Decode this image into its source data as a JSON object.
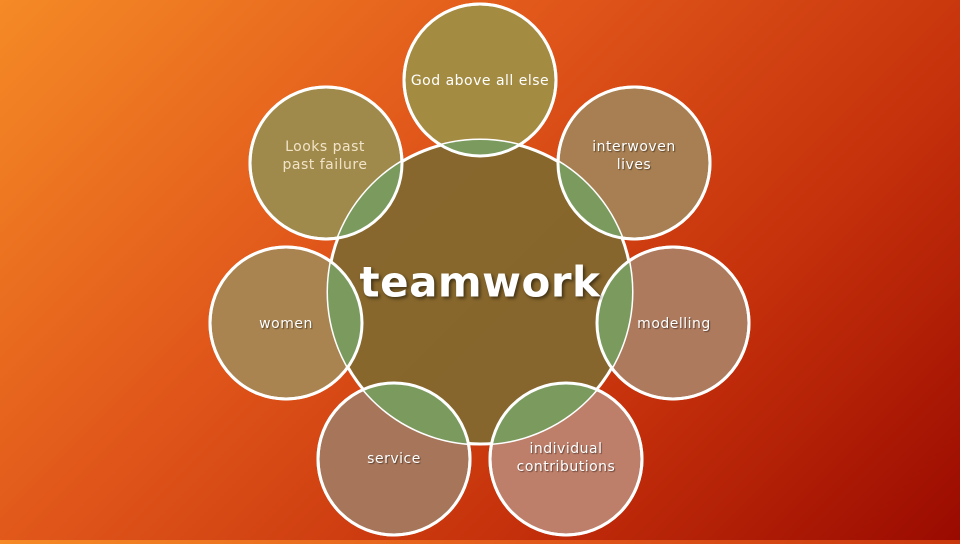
{
  "diagram": {
    "center": {
      "label": "teamwork"
    },
    "nodes": [
      {
        "label": "God above all else"
      },
      {
        "label": "interwoven lives"
      },
      {
        "label": "modelling"
      },
      {
        "label": "individual contributions"
      },
      {
        "label": "service"
      },
      {
        "label": "women"
      },
      {
        "label": "Looks past past failure"
      }
    ]
  },
  "colors": {
    "center_fill": "#83682e",
    "node_fills": [
      "#a48b42",
      "#a77f52",
      "#ad7a5e",
      "#bd7f6a",
      "#a7765a",
      "#a98350",
      "#a08a4b"
    ],
    "overlap_fill": "#7a9a5e",
    "stroke": "#ffffff"
  }
}
